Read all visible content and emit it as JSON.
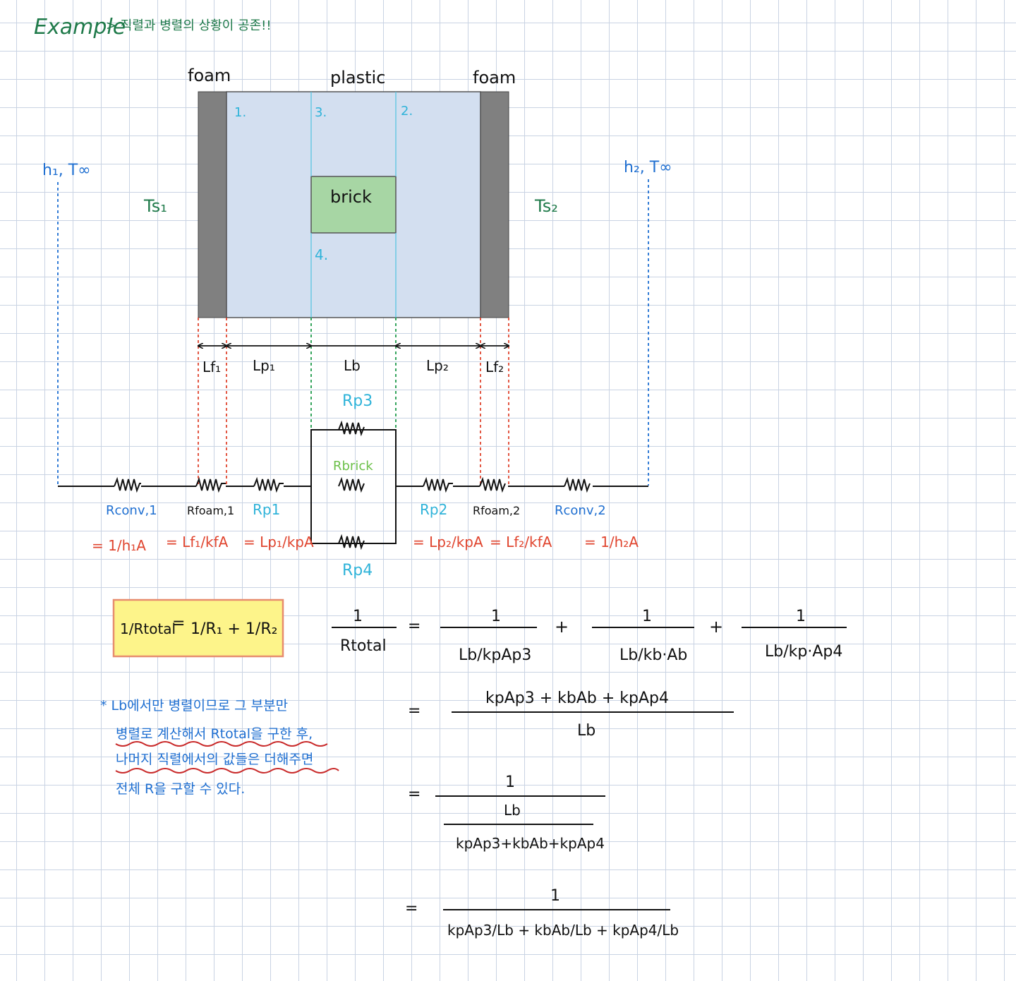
{
  "header": {
    "title": "Example",
    "caption": "> 직렬과 병렬의 상황이 공존!!"
  },
  "wall": {
    "label_left_foam": "foam",
    "label_plastic": "plastic",
    "label_right_foam": "foam",
    "label_brick": "brick",
    "region1": "1.",
    "region2": "2.",
    "region3": "3.",
    "region4": "4.",
    "left_fluid": "h₁, T∞",
    "right_fluid": "h₂, T∞",
    "ts1": "Ts₁",
    "ts2": "Ts₂"
  },
  "lengths": [
    "Lf₁",
    "Lp₁",
    "Lb",
    "Lp₂",
    "Lf₂"
  ],
  "circuit": {
    "rp3": "Rp3",
    "rbrick": "Rbrick",
    "rp4": "Rp4",
    "series_labels": [
      "Rconv,1",
      "Rfoam,1",
      "Rp1",
      "Rp2",
      "Rfoam,2",
      "Rconv,2"
    ],
    "formulas": [
      "= 1/h₁A",
      "= Lf₁/kfA",
      "= Lp₁/kpA",
      "= Lp₂/kpA",
      "= Lf₂/kfA",
      "= 1/h₂A"
    ]
  },
  "boxed_formula": {
    "lhs": "1/Rtotal",
    "eq": "=",
    "rhs": "1/R₁ + 1/R₂"
  },
  "equations": {
    "row1_lhs_num": "1",
    "row1_lhs_den": "Rtotal",
    "row1_term1_num": "1",
    "row1_term1_den": "Lb/kpAp3",
    "row1_term2_num": "1",
    "row1_term2_den": "Lb/kb·Ab",
    "row1_term3_num": "1",
    "row1_term3_den": "Lb/kp·Ap4",
    "row2_num": "kpAp3 + kbAb + kpAp4",
    "row2_den": "Lb",
    "row3_num": "1",
    "row3_inner_num": "Lb",
    "row3_inner_den": "kpAp3+kbAb+kpAp4",
    "row4_num": "1",
    "row4_den": "kpAp3/Lb + kbAb/Lb + kpAp4/Lb",
    "eq": "=",
    "plus": "+"
  },
  "note": {
    "line1": "* Lb에서만 병렬이므로 그 부분만",
    "line2": "병렬로 계산해서 Rtotal을 구한 후,",
    "line3": "나머지 직렬에서의 값들은 더해주면",
    "line4": "전체 R을 구할 수 있다."
  },
  "colors": {
    "foam": "#808080",
    "plastic": "#d3dff0",
    "brick": "#a7d6a4",
    "boxed_bg": "#fdf48a",
    "boxed_border": "#e78c6e"
  }
}
